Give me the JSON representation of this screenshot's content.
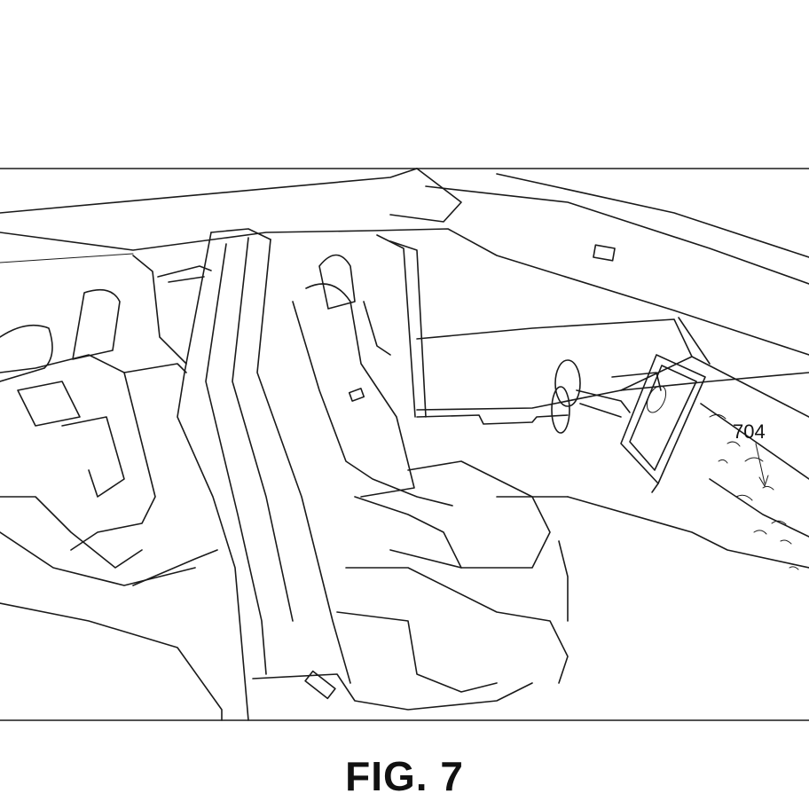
{
  "figure": {
    "label": "FIG. 7",
    "reference_numerals": [
      {
        "text": "704",
        "target": "dashboard-surface"
      }
    ]
  }
}
